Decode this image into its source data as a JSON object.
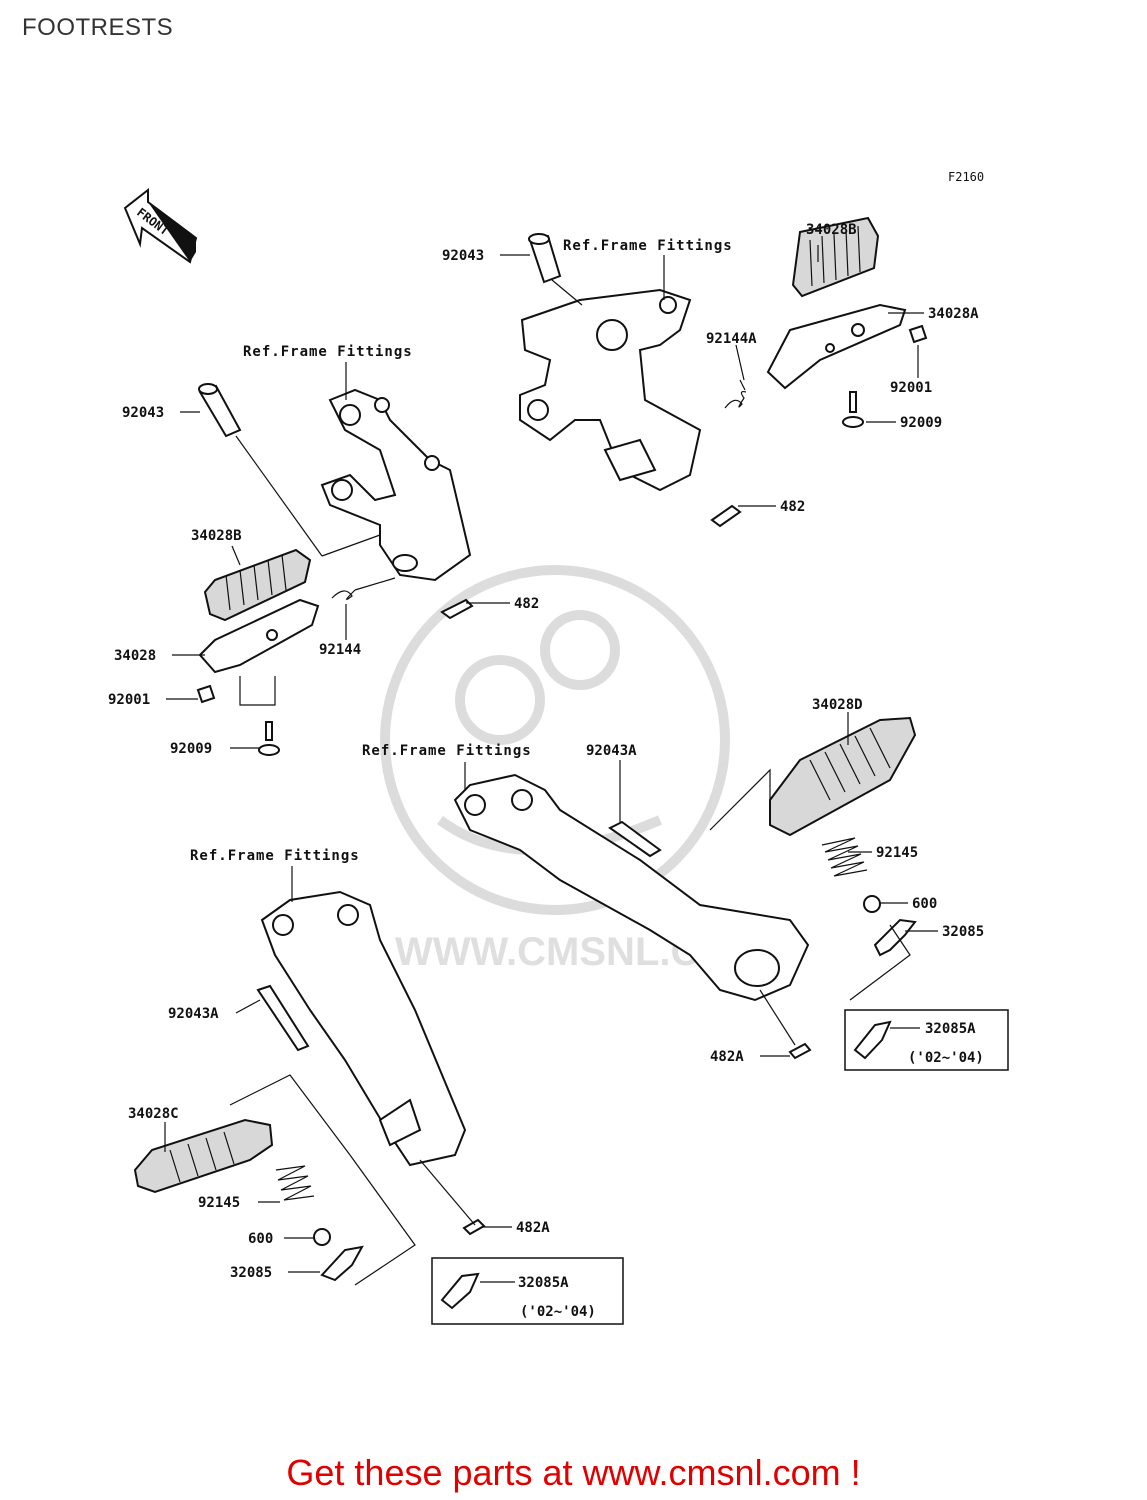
{
  "title": "FOOTRESTS",
  "diagram_code": "F2160",
  "front_arrow": "FRONT",
  "watermark": "WWW.CMSNL.COM",
  "footer": "Get these parts at www.cmsnl.com !",
  "labels": {
    "ref_top": "Ref.Frame Fittings",
    "ref_left": "Ref.Frame Fittings",
    "ref_mid": "Ref.Frame Fittings",
    "ref_bottom": "Ref.Frame Fittings",
    "p92043_top": "92043",
    "p34028b_top": "34028B",
    "p34028a": "34028A",
    "p92144a": "92144A",
    "p92001_right": "92001",
    "p92009_right": "92009",
    "p482_top": "482",
    "p92043_left": "92043",
    "p34028b_left": "34028B",
    "p482_left": "482",
    "p34028": "34028",
    "p92144": "92144",
    "p92001_left": "92001",
    "p92009_left": "92009",
    "p92043a_mid": "92043A",
    "p34028d": "34028D",
    "p92145_right": "92145",
    "p600_right": "600",
    "p32085_right": "32085",
    "p32085a_right": "32085A",
    "p0204_right": "('02~'04)",
    "p482a_right": "482A",
    "p92043a_left": "92043A",
    "p34028c": "34028C",
    "p92145_left": "92145",
    "p600_left": "600",
    "p32085_left": "32085",
    "p482a_left": "482A",
    "p32085a_left": "32085A",
    "p0204_left": "('02~'04)"
  }
}
